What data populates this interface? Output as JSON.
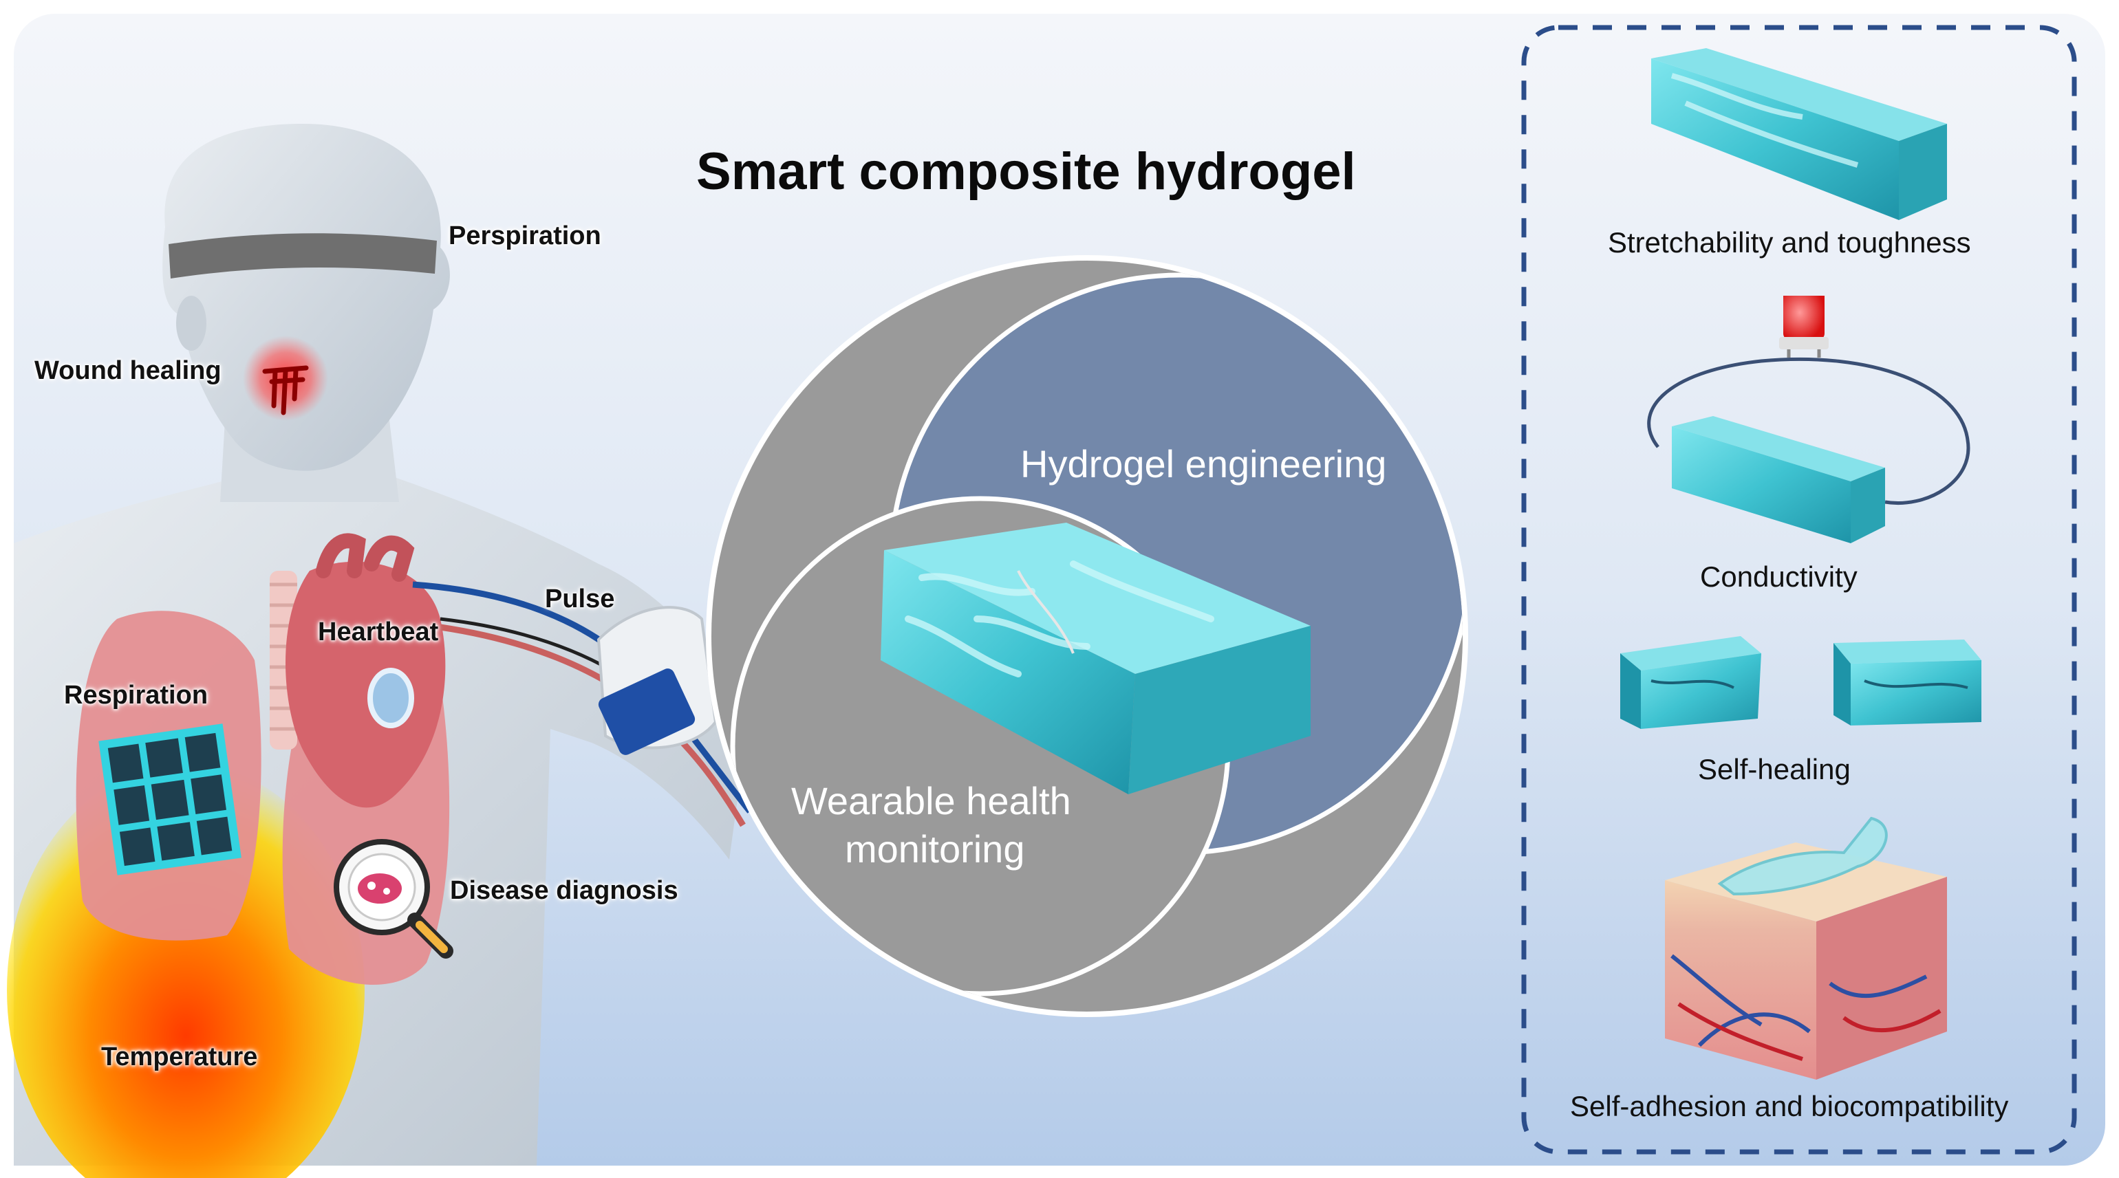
{
  "title": "Smart composite hydrogel",
  "body_labels": {
    "perspiration": "Perspiration",
    "wound_healing": "Wound healing",
    "pulse": "Pulse",
    "heartbeat": "Heartbeat",
    "respiration": "Respiration",
    "disease_diagnosis": "Disease diagnosis",
    "temperature": "Temperature"
  },
  "venn": {
    "engineering": "Hydrogel engineering",
    "monitoring_line1": "Wearable health",
    "monitoring_line2": "monitoring"
  },
  "properties": [
    {
      "label": "Stretchability and toughness"
    },
    {
      "label": "Conductivity"
    },
    {
      "label": "Self-healing"
    },
    {
      "label": "Self-adhesion and biocompatibility"
    }
  ],
  "colors": {
    "background_top": "#f3f5f9",
    "background_bottom": "#b7cdea",
    "venn_outer": "#9a9a9a",
    "venn_inner": "#7489ab",
    "hydrogel": "#4fd0da",
    "lung": "#e59294",
    "heart": "#d8676e",
    "panel_border": "#2b4d8a",
    "wound": "#e0282c"
  }
}
